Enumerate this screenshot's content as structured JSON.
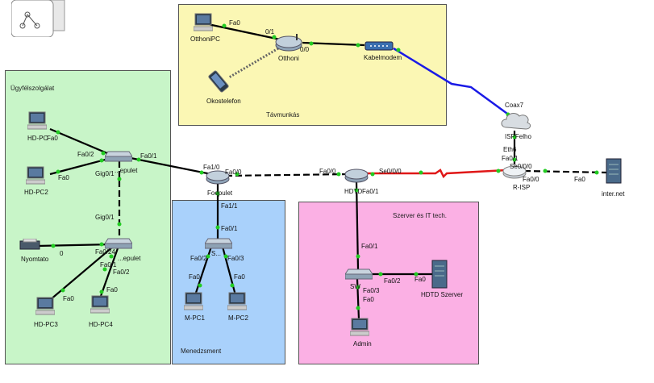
{
  "zones": {
    "ugyfel": "Ügyfélszolgálat",
    "tavmunka": "Távmunkás",
    "menedzsment": "Menedzsment",
    "szerver": "Szerver és IT tech."
  },
  "devices": {
    "otthoni_pc": "OtthoniPC",
    "otthoni": "Otthoni",
    "kabelmodem": "Kabelmodem",
    "okostelefon": "Okostelefon",
    "coax": "Coax7",
    "isp_felho": "ISPFelho",
    "r_isp": "R-ISP",
    "internet": "inter.net",
    "hd_pc": "HD-PC",
    "hd_pc2": "HD-PC2",
    "hd_pc3": "HD-PC3",
    "hd_pc4": "HD-PC4",
    "sw_epulet1": "...epulet",
    "sw_epulet2": "...epulet",
    "nyomtato": "Nyomtato",
    "foepulet": "Foepulet",
    "sw_m": "S...",
    "m_pc1": "M-PC1",
    "m_pc2": "M-PC2",
    "hdtd": "HDTD",
    "sw_srv": "SW",
    "hdtd_szerver": "HDTD Szerver",
    "admin": "Admin"
  },
  "ports": {
    "p_fa0_otthonipc": "Fa0",
    "p_01": "0/1",
    "p_00": "0/0",
    "p_eth6": "Eth6",
    "p_fa01_isp": "Fa0/1",
    "p_se000_isp": "Se0/0/0",
    "p_fa00_isp": "Fa0/0",
    "p_fa0_inet": "Fa0",
    "p_fa0_hdpc": "Fa0",
    "p_fa02_sw1": "Fa0/2",
    "p_fa01_sw1": "Fa0/1",
    "p_fa0_hdpc2": "Fa0",
    "p_gig01_sw1": "Gig0/1",
    "p_gig01_sw2": "Gig0/1",
    "p_0_nyomtato": "0",
    "p_fa024": "Fa0/24",
    "p_fa01_sw2": "Fa0/1",
    "p_fa02_sw2": "Fa0/2",
    "p_fa0_hdpc3": "Fa0",
    "p_fa0_hdpc4": "Fa0",
    "p_fa10": "Fa1/0",
    "p_fa00_foe": "Fa0/0",
    "p_fa11": "Fa1/1",
    "p_fa01_swm": "Fa0/1",
    "p_fa02_swm": "Fa0/2",
    "p_fa03_swm": "Fa0/3",
    "p_fa0_mpc1": "Fa0",
    "p_fa0_mpc2": "Fa0",
    "p_fa00_hdtd": "Fa0/0",
    "p_se000_hdtd": "Se0/0/0",
    "p_fa01_hdtd": "Fa0/1",
    "p_fa01_sws": "Fa0/1",
    "p_fa02_sws": "Fa0/2",
    "p_fa0_srv": "Fa0",
    "p_fa03_sws": "Fa0/3",
    "p_fa0_admin": "Fa0"
  },
  "colors": {
    "zone_ugyfel": "#c8f5c8",
    "zone_tavmunka": "#fbf7b4",
    "zone_menedzsment": "#a9d1fb",
    "zone_szerver": "#fbb0e4",
    "link_dot": "#22cc22",
    "coax_link": "#1a1ae6",
    "serial_link": "#e01818"
  }
}
